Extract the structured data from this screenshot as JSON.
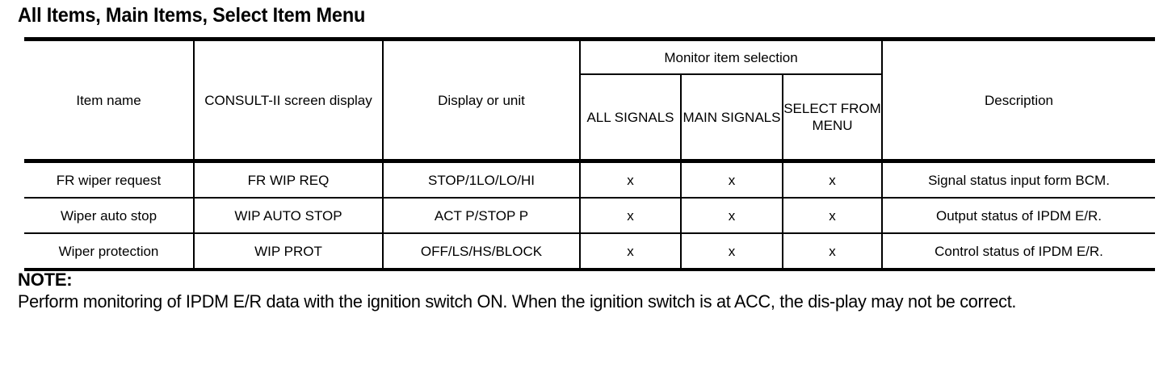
{
  "heading": "All Items, Main Items, Select Item Menu",
  "table": {
    "headers": {
      "item_name": "Item name",
      "consult_screen_display": "CONSULT-II screen display",
      "display_or_unit": "Display or unit",
      "monitor_item_selection": "Monitor item selection",
      "all_signals": "ALL SIGNALS",
      "main_signals": "MAIN SIGNALS",
      "select_from_menu": "SELECT FROM MENU",
      "description": "Description"
    },
    "rows": [
      {
        "item_name": "FR wiper request",
        "screen_display": "FR WIP REQ",
        "display_or_unit": "STOP/1LO/LO/HI",
        "all_signals": "x",
        "main_signals": "x",
        "select_from_menu": "x",
        "description": "Signal status input form BCM."
      },
      {
        "item_name": "Wiper auto stop",
        "screen_display": "WIP AUTO STOP",
        "display_or_unit": "ACT P/STOP P",
        "all_signals": "x",
        "main_signals": "x",
        "select_from_menu": "x",
        "description": "Output status of IPDM E/R."
      },
      {
        "item_name": "Wiper protection",
        "screen_display": "WIP PROT",
        "display_or_unit": "OFF/LS/HS/BLOCK",
        "all_signals": "x",
        "main_signals": "x",
        "select_from_menu": "x",
        "description": "Control status of IPDM E/R."
      }
    ]
  },
  "note": {
    "label": "NOTE:",
    "text": "Perform monitoring of IPDM E/R data with the ignition switch ON. When the ignition switch is at ACC, the dis-play may not be correct."
  },
  "colors": {
    "text": "#000000",
    "background": "#ffffff",
    "rule": "#000000"
  }
}
